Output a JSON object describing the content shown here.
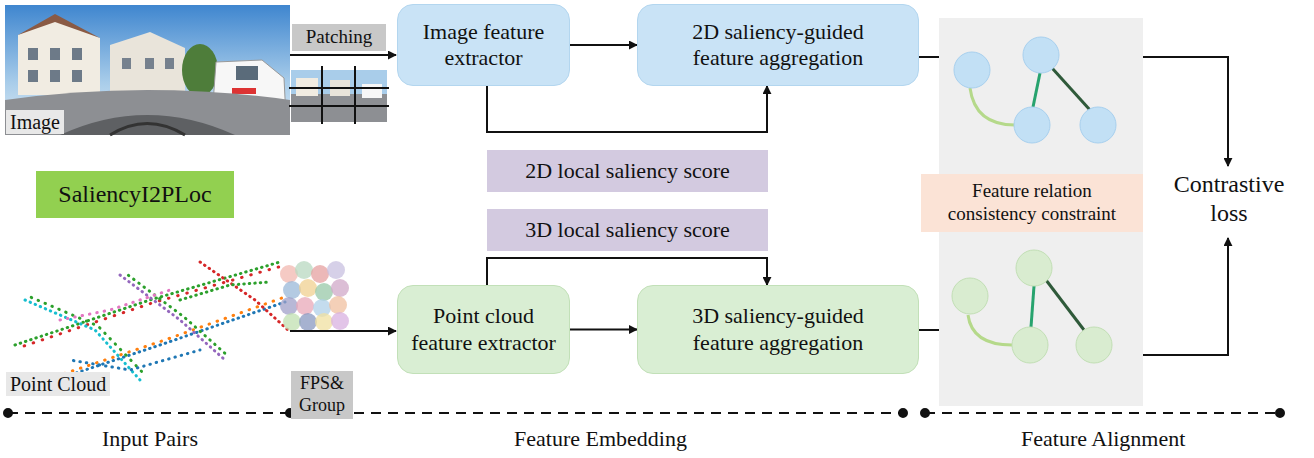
{
  "diagram": {
    "nodes": [
      {
        "text": [
          "Image feature extractor"
        ]
      },
      {
        "text": [
          "2D saliency-guided feature aggregation"
        ]
      },
      {
        "text": [
          "Patching"
        ]
      },
      {
        "text": [
          "2D local saliency score"
        ]
      },
      {
        "text": [
          "SaliencyI2PLoc"
        ]
      },
      {
        "text": [
          "3D local saliency score"
        ]
      },
      {
        "text": [
          "Feature relation consistency constraint"
        ]
      },
      {
        "text": [
          "Point cloud feature extractor"
        ]
      },
      {
        "text": [
          "3D saliency-guided feature aggregation"
        ]
      },
      {
        "text": [
          "FPS& Group"
        ]
      }
    ],
    "edges": [
      {
        "from": 0,
        "to": 1,
        "arrow": "to"
      },
      {
        "from": 0,
        "to": 1,
        "arrow": "to"
      },
      {
        "from": 7,
        "to": 8,
        "arrow": "to"
      },
      {
        "from": 7,
        "to": 8,
        "arrow": "to"
      }
    ],
    "labels": [
      "Image",
      "Point Cloud",
      "Contrastive loss",
      "Input Pairs",
      "Feature Embedding",
      "Feature Alignment"
    ]
  }
}
